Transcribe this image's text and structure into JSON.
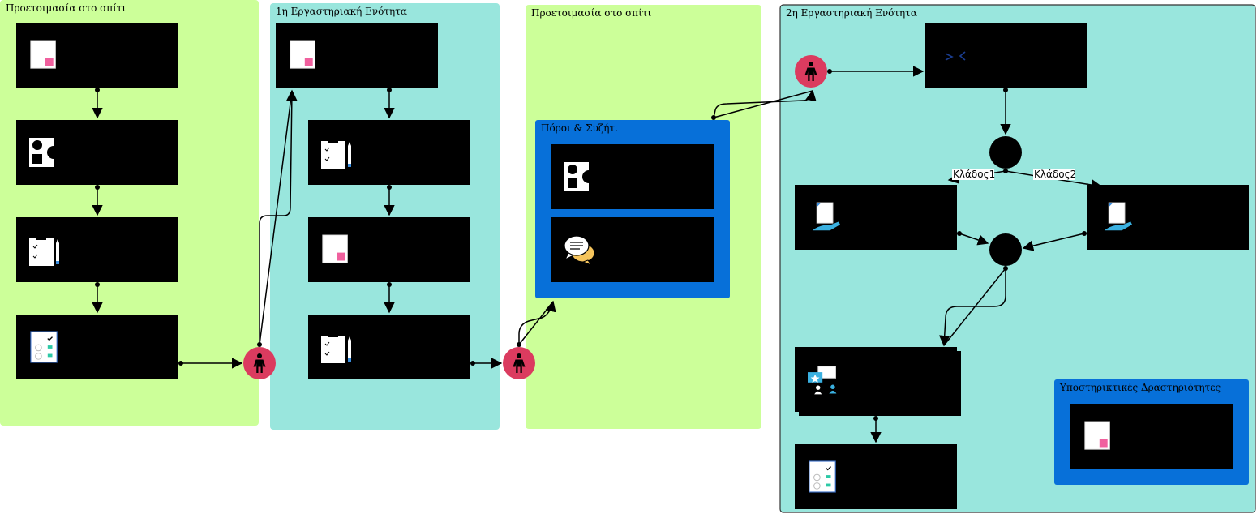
{
  "lanes": [
    {
      "title": "Προετοιμασία στο σπίτι",
      "color": "#ccff99"
    },
    {
      "title": "1η Εργαστηριακή Ενότητα",
      "color": "#99e6dd"
    },
    {
      "title": "Προετοιμασία στο σπίτι",
      "color": "#ccff99"
    },
    {
      "title": "2η Εργαστηριακή Ενότητα",
      "color": "#99e6dd"
    }
  ],
  "groups": [
    {
      "title": "Πόροι & Συζήτ.",
      "color": "#0770d9"
    },
    {
      "title": "Υποστηρικτικές Δραστηριότητες",
      "color": "#0770d9"
    }
  ],
  "branches": {
    "branch1": "Κλάδος1",
    "branch2": "Κλάδος2"
  },
  "icons": {
    "person": "person-icon",
    "document": "document-icon",
    "shapes": "shapes-icon",
    "clipboard": "clipboard-pencil-icon",
    "checklist": "checklist-icon",
    "chat": "chat-bubbles-icon",
    "code": "code-icon",
    "hand-document": "hand-document-icon",
    "group-chat": "group-chat-icon"
  },
  "colors": {
    "merge_node": "#db3b5f",
    "activity": "#000000",
    "accent_pink": "#f0609e",
    "accent_teal": "#2cc9a6"
  }
}
